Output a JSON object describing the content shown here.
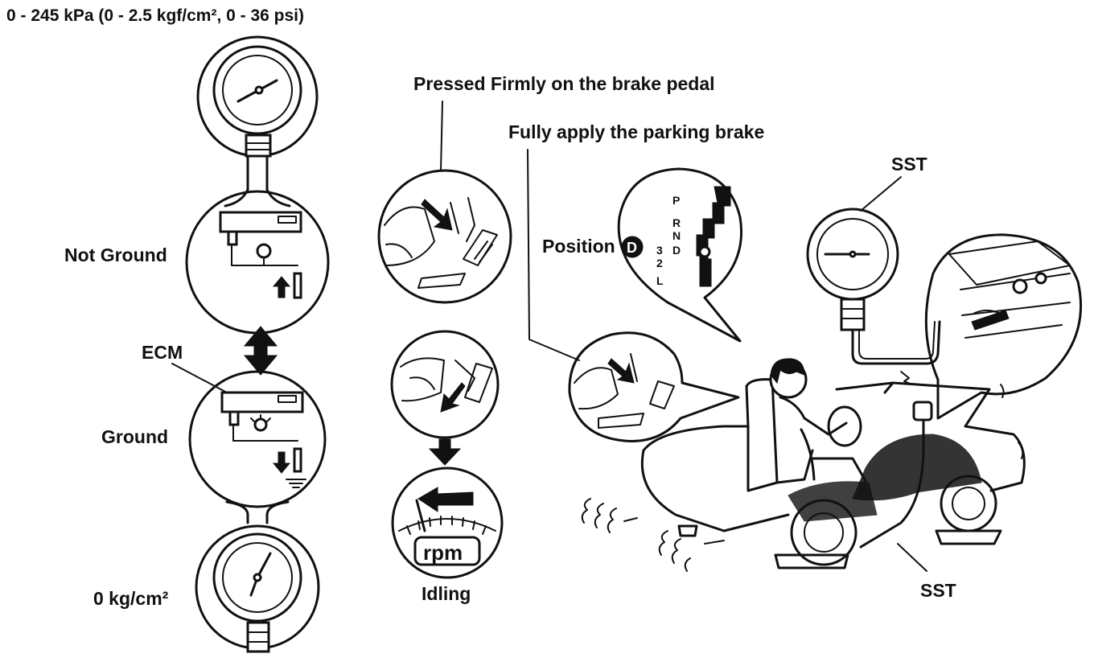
{
  "header": {
    "range_text": "0 - 245 kPa (0 - 2.5 kgf/cm², 0 - 36 psi)"
  },
  "left_column": {
    "not_ground_label": "Not Ground",
    "ecm_label": "ECM",
    "ground_label": "Ground",
    "zero_label": "0 kg/cm²"
  },
  "middle_column": {
    "brake_instruction": "Pressed Firmly on the brake pedal",
    "idling_label": "Idling",
    "rpm_label": "rpm"
  },
  "right_scene": {
    "parking_instruction": "Fully apply the parking brake",
    "position_label": "Position",
    "position_value": "D",
    "shift_letters": [
      "P",
      "R",
      "N",
      "D",
      "3",
      "2",
      "L"
    ],
    "sst_top": "SST",
    "sst_bottom": "SST"
  },
  "icons": [
    "pressure-gauge-icon",
    "ecm-icon",
    "double-arrow-icon",
    "brake-pedal-icon",
    "tachometer-icon",
    "shift-gate-icon",
    "car-icon",
    "driver-icon"
  ]
}
